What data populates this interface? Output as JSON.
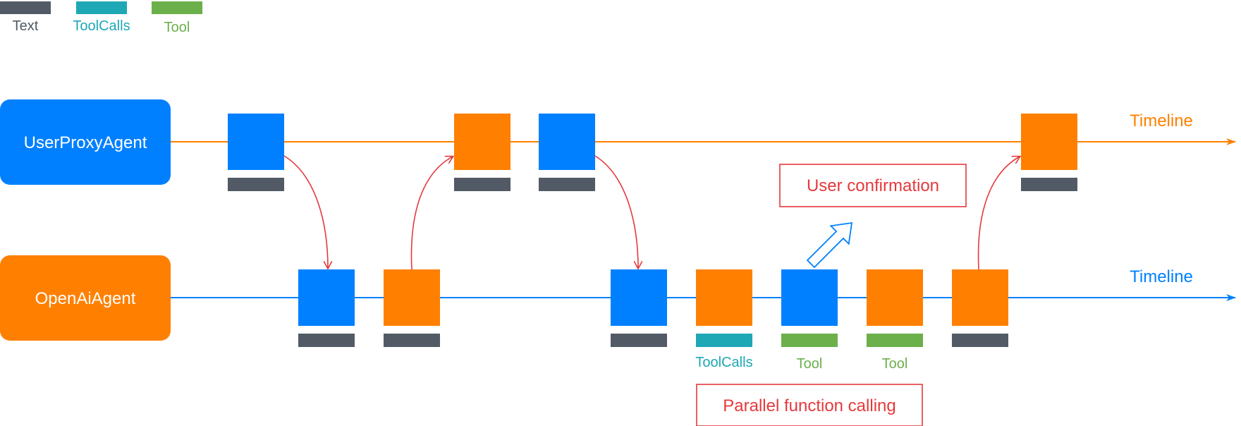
{
  "colors": {
    "text_bar": "#525a66",
    "toolcalls": "#1ea7b5",
    "tool": "#6bb04b",
    "user_blue": "#0080ff",
    "agent_orange": "#ff8000",
    "arrow_red": "#e5393c",
    "note_red": "#e5393c"
  },
  "legend": {
    "text": "Text",
    "toolcalls": "ToolCalls",
    "tool": "Tool"
  },
  "agents": {
    "user": "UserProxyAgent",
    "openai": "OpenAiAgent"
  },
  "timelines": {
    "user": "Timeline",
    "openai": "Timeline"
  },
  "sub_labels": {
    "toolcalls": "ToolCalls",
    "tool_1": "Tool",
    "tool_2": "Tool"
  },
  "notes": {
    "user_confirmation": "User confirmation",
    "parallel": "Parallel function calling"
  }
}
